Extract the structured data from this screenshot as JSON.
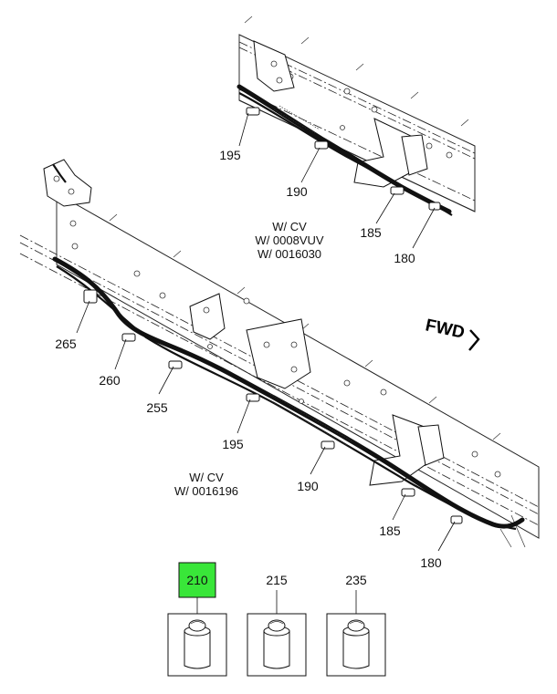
{
  "upper_assembly": {
    "callouts": [
      "195",
      "190",
      "185",
      "180"
    ],
    "note_lines": [
      "W/ CV",
      "W/ 0008VUV",
      "W/ 0016030"
    ]
  },
  "lower_assembly": {
    "callouts": [
      "265",
      "260",
      "255",
      "195",
      "190",
      "185",
      "180"
    ],
    "note_lines": [
      "W/ CV",
      "W/ 0016196"
    ]
  },
  "direction_label": "FWD",
  "parts": [
    {
      "number": "210",
      "highlighted": true
    },
    {
      "number": "215",
      "highlighted": false
    },
    {
      "number": "235",
      "highlighted": false
    }
  ],
  "colors": {
    "highlight": "#39e639",
    "line": "#111111"
  }
}
